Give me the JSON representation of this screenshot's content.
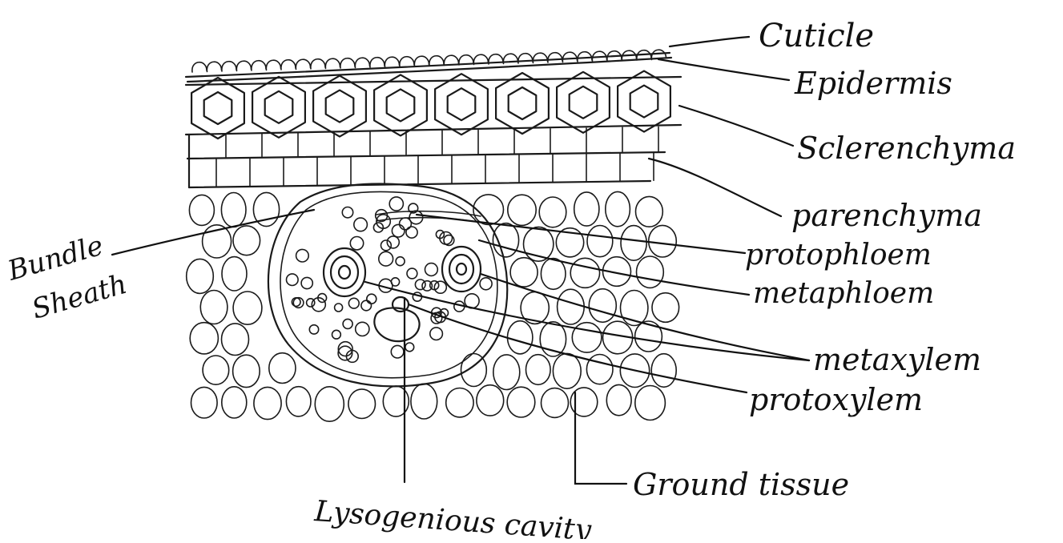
{
  "labels": {
    "cuticle": "Cuticle",
    "epidermis": "Epidermis",
    "sclerenchyma": "Sclerenchyma",
    "parenchyma": "parenchyma",
    "protophloem": "protophloem",
    "metaphloem": "metaphloem",
    "metaxylem": "metaxylem",
    "protoxylem": "protoxylem",
    "ground_tissue": "Ground tissue",
    "lysigenous_cavity": "Lysogenious cavity",
    "bundle": "Bundle",
    "sheath": "Sheath"
  },
  "colors": {
    "ink": "#1a1a1a",
    "paper": "#ffffff"
  }
}
